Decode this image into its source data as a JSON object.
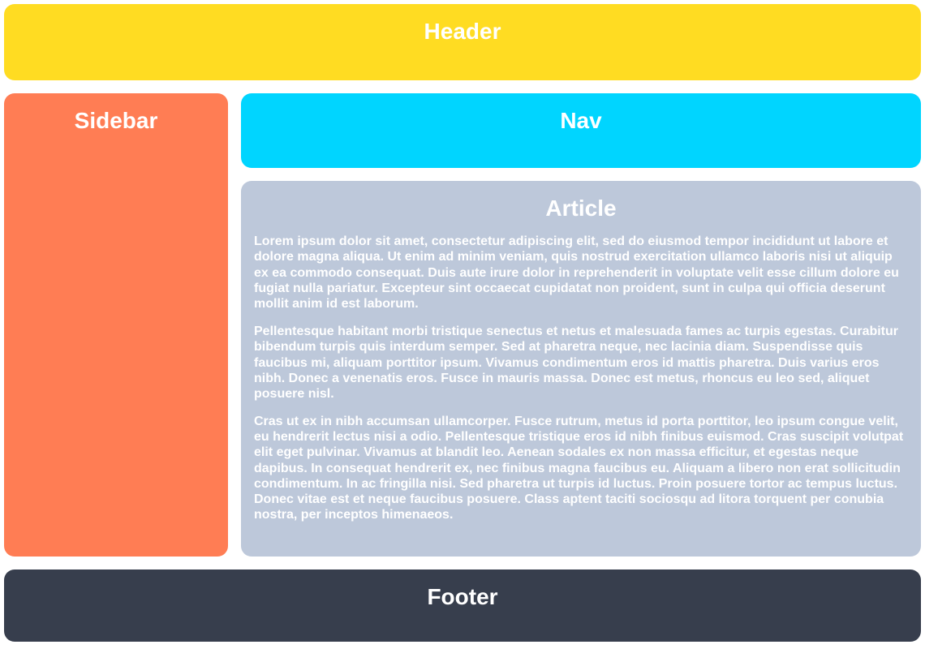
{
  "colors": {
    "page_background": "#ffffff",
    "header": "#ffdc22",
    "sidebar": "#ff7d54",
    "nav": "#00d5ff",
    "article": "#bdc8da",
    "footer": "#373e4d",
    "text": "#ffffff"
  },
  "header": {
    "title": "Header"
  },
  "sidebar": {
    "title": "Sidebar"
  },
  "nav": {
    "title": "Nav"
  },
  "article": {
    "title": "Article",
    "paragraphs": [
      "Lorem ipsum dolor sit amet, consectetur adipiscing elit, sed do eiusmod tempor incididunt ut labore et dolore magna aliqua. Ut enim ad minim veniam, quis nostrud exercitation ullamco laboris nisi ut aliquip ex ea commodo consequat. Duis aute irure dolor in reprehenderit in voluptate velit esse cillum dolore eu fugiat nulla pariatur. Excepteur sint occaecat cupidatat non proident, sunt in culpa qui officia deserunt mollit anim id est laborum.",
      "Pellentesque habitant morbi tristique senectus et netus et malesuada fames ac turpis egestas. Curabitur bibendum turpis quis interdum semper. Sed at pharetra neque, nec lacinia diam. Suspendisse quis faucibus mi, aliquam porttitor ipsum. Vivamus condimentum eros id mattis pharetra. Duis varius eros nibh. Donec a venenatis eros. Fusce in mauris massa. Donec est metus, rhoncus eu leo sed, aliquet posuere nisl.",
      "Cras ut ex in nibh accumsan ullamcorper. Fusce rutrum, metus id porta porttitor, leo ipsum congue velit, eu hendrerit lectus nisi a odio. Pellentesque tristique eros id nibh finibus euismod. Cras suscipit volutpat elit eget pulvinar. Vivamus at blandit leo. Aenean sodales ex non massa efficitur, et egestas neque dapibus. In consequat hendrerit ex, nec finibus magna faucibus eu. Aliquam a libero non erat sollicitudin condimentum. In ac fringilla nisi. Sed pharetra ut turpis id luctus. Proin posuere tortor ac tempus luctus. Donec vitae est et neque faucibus posuere. Class aptent taciti sociosqu ad litora torquent per conubia nostra, per inceptos himenaeos."
    ]
  },
  "footer": {
    "title": "Footer"
  }
}
